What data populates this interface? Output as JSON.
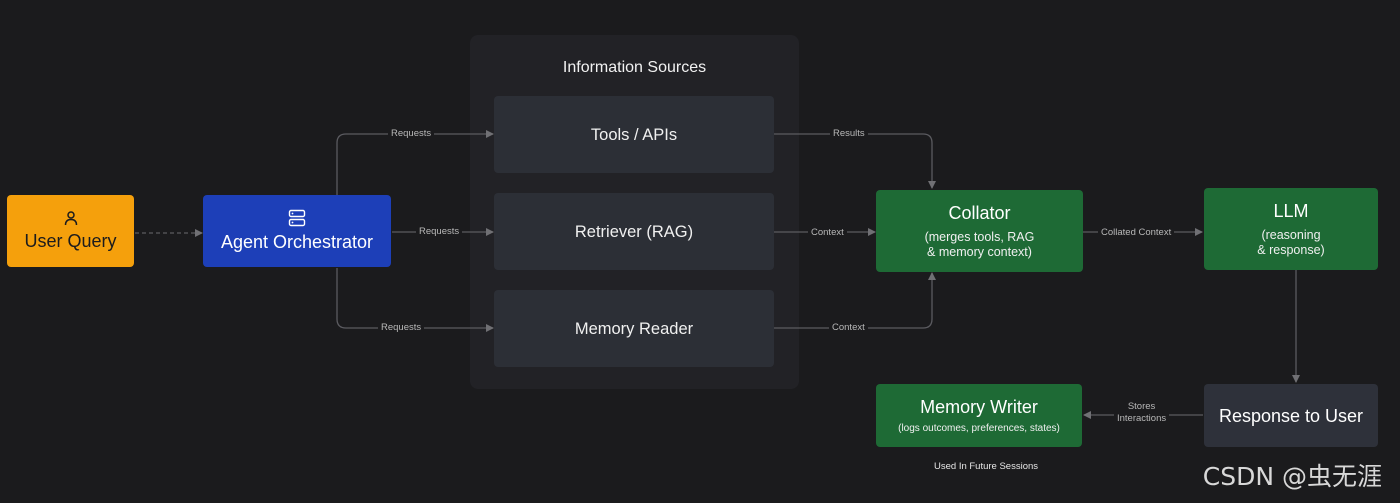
{
  "panel": {
    "title": "Information Sources"
  },
  "nodes": {
    "user_query": {
      "title": "User Query",
      "icon": "user-icon",
      "color": "#f5a00c"
    },
    "orchestrator": {
      "title": "Agent Orchestrator",
      "icon": "server-icon",
      "color": "#1d3fb8"
    },
    "tools": {
      "title": "Tools / APIs"
    },
    "retriever": {
      "title": "Retriever (RAG)"
    },
    "memory_reader": {
      "title": "Memory Reader"
    },
    "collator": {
      "title": "Collator",
      "subtitle_1": "(merges tools, RAG",
      "subtitle_2": "& memory context)",
      "color": "#1e6a35"
    },
    "llm": {
      "title": "LLM",
      "subtitle_1": "(reasoning",
      "subtitle_2": "& response)",
      "color": "#1e6a35"
    },
    "response": {
      "title": "Response to User"
    },
    "memory_writer": {
      "title": "Memory Writer",
      "subtitle": "(logs outcomes, preferences, states)",
      "color": "#1e6a35"
    }
  },
  "edge_labels": {
    "requests_top": "Requests",
    "requests_mid": "Requests",
    "requests_bottom": "Requests",
    "results": "Results",
    "context_mid": "Context",
    "context_bottom": "Context",
    "collated_context": "Collated Context",
    "stores_1": "Stores",
    "stores_2": "Interactions"
  },
  "note": "Used In Future Sessions",
  "watermark": "CSDN @虫无涯"
}
